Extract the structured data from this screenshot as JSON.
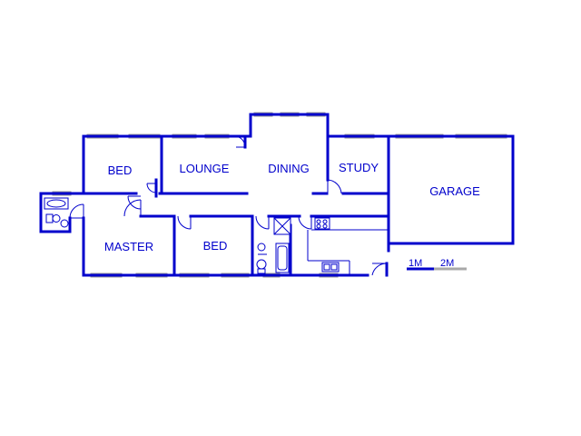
{
  "rooms": {
    "bed1": "BED",
    "lounge": "LOUNGE",
    "dining": "DINING",
    "study": "STUDY",
    "garage": "GARAGE",
    "master": "MASTER",
    "bed2": "BED"
  },
  "scale": {
    "first": "1M",
    "second": "2M"
  },
  "colors": {
    "wall": "#0000cc",
    "window": "#9a9a9a",
    "background": "#ffffff"
  }
}
